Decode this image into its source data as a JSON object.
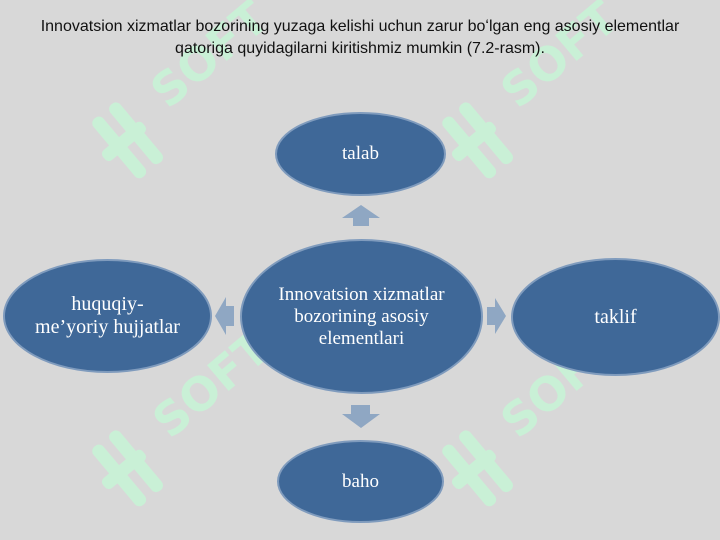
{
  "title": "Innovatsion xizmatlar bozorining yuzaga kelishi uchun zarur boʻlgan eng asosiy elementlar qatoriga quyidagilarni kiritishmiz mumkin (7.2-rasm).",
  "diagram": {
    "center": "Innovatsion xizmatlar bozorining asosiy elementlari",
    "top": "talab",
    "right": "taklif",
    "bottom": "baho",
    "left": "huquqiy-me’yoriy hujjatlar"
  },
  "watermark": {
    "text": "SOFT"
  },
  "colors": {
    "background": "#d8d8d8",
    "ellipse_fill": "#3f6898",
    "ellipse_border": "#7f9bbd",
    "arrow": "#8fa7c3",
    "watermark": "#c9f0d6"
  }
}
